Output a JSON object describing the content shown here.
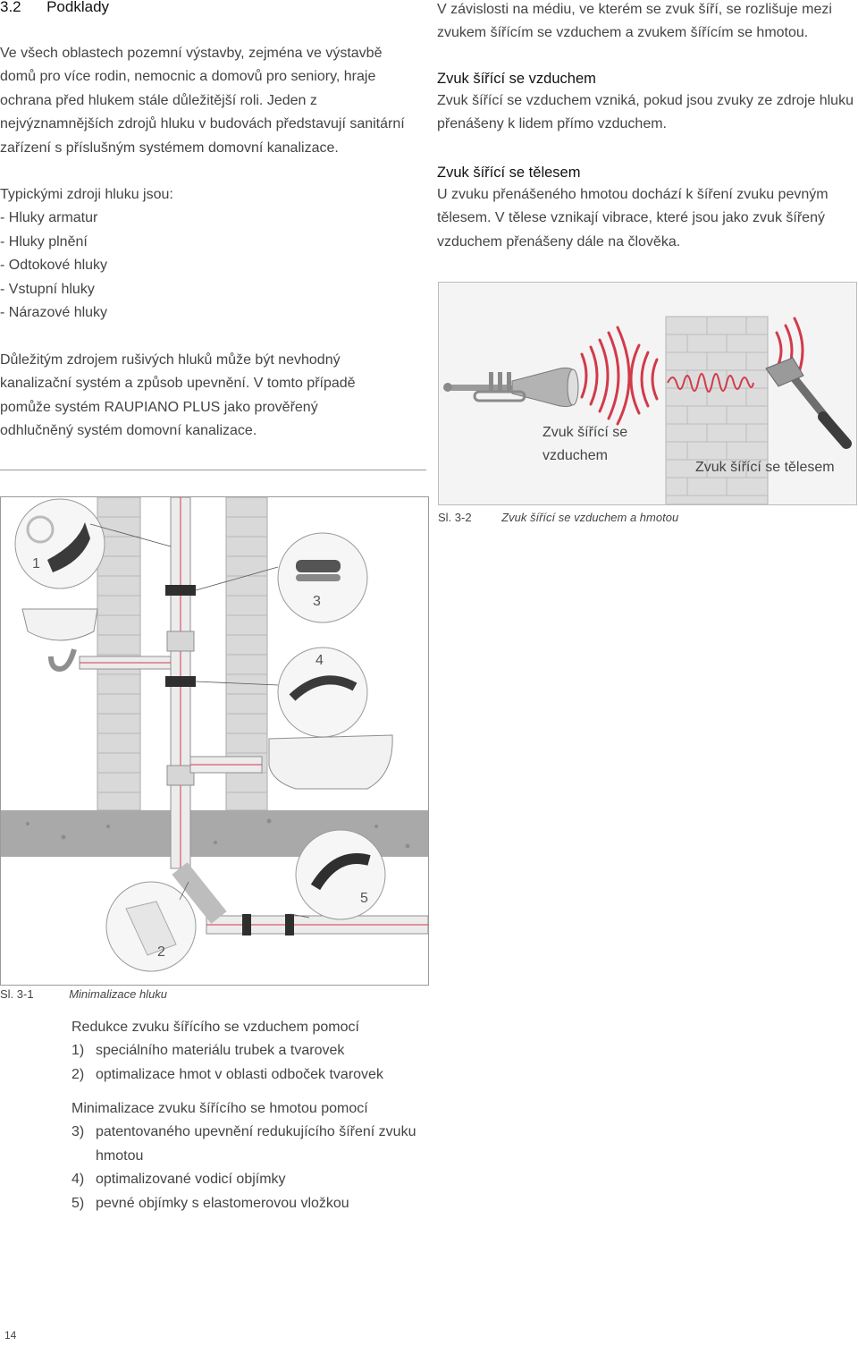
{
  "section": {
    "number": "3.2",
    "title": "Podklady"
  },
  "intro": "Ve všech oblastech pozemní výstavby, zejména ve výstavbě domů pro více rodin, nemocnic a domovů pro seniory, hraje ochrana před hlukem stále důležitější roli. Jeden z nejvýznamnějších zdrojů hluku v budovách představují sanitární zařízení s příslušným systémem domovní kanalizace.",
  "sources": {
    "heading": "Typickými zdroji hluku jsou:",
    "items": [
      "- Hluky armatur",
      "- Hluky plnění",
      "- Odtokové hluky",
      "- Vstupní hluky",
      "- Nárazové hluky"
    ]
  },
  "important": "Důležitým zdrojem rušivých hluků může být nevhodný kanalizační systém a způsob upevnění. V tomto případě pomůže systém RAUPIANO PLUS jako prověřený odhlučněný systém domovní kanalizace.",
  "right_intro": "V závislosti na médiu, ve kterém se zvuk šíří, se rozlišuje mezi zvukem šířícím se vzduchem a zvukem šířícím se hmotou.",
  "airborne": {
    "title": "Zvuk šířící se vzduchem",
    "text": "Zvuk šířící se vzduchem vzniká, pokud jsou zvuky ze zdroje hluku přenášeny k lidem přímo vzduchem."
  },
  "structure": {
    "title": "Zvuk šířící se tělesem",
    "text": "U zvuku přenášeného hmotou dochází k šíření zvuku pevným tělesem. V tělese vznikají vibrace, které jsou jako zvuk šířený vzduchem přenášeny dále na člověka."
  },
  "figure_2": {
    "label_air_1": "Zvuk šířící se",
    "label_air_2": "vzduchem",
    "label_body": "Zvuk šířící se tělesem",
    "caption_label": "Sl. 3-2",
    "caption_text": "Zvuk šířící se vzduchem a hmotou"
  },
  "figure_1": {
    "callouts": [
      "1",
      "2",
      "3",
      "4",
      "5"
    ],
    "caption_label": "Sl. 3-1",
    "caption_text": "Minimalizace hluku"
  },
  "reduction_air": {
    "heading": "Redukce zvuku šířícího se vzduchem pomocí",
    "items": [
      {
        "n": "1)",
        "t": "speciálního materiálu trubek a tvarovek"
      },
      {
        "n": "2)",
        "t": "optimalizace hmot v oblasti odboček tvarovek"
      }
    ]
  },
  "reduction_body": {
    "heading": "Minimalizace zvuku šířícího se hmotou pomocí",
    "items": [
      {
        "n": "3)",
        "t": "patentovaného upevnění redukujícího šíření zvuku"
      },
      {
        "n": "",
        "t": "hmotou"
      },
      {
        "n": "4)",
        "t": "optimalizované vodicí objímky"
      },
      {
        "n": "5)",
        "t": "pevné objímky s elastomerovou vložkou"
      }
    ]
  },
  "page_number": "14",
  "colors": {
    "accent_red": "#d23a4a",
    "wall": "#d9d9d9",
    "concrete": "#a9a9a9"
  }
}
